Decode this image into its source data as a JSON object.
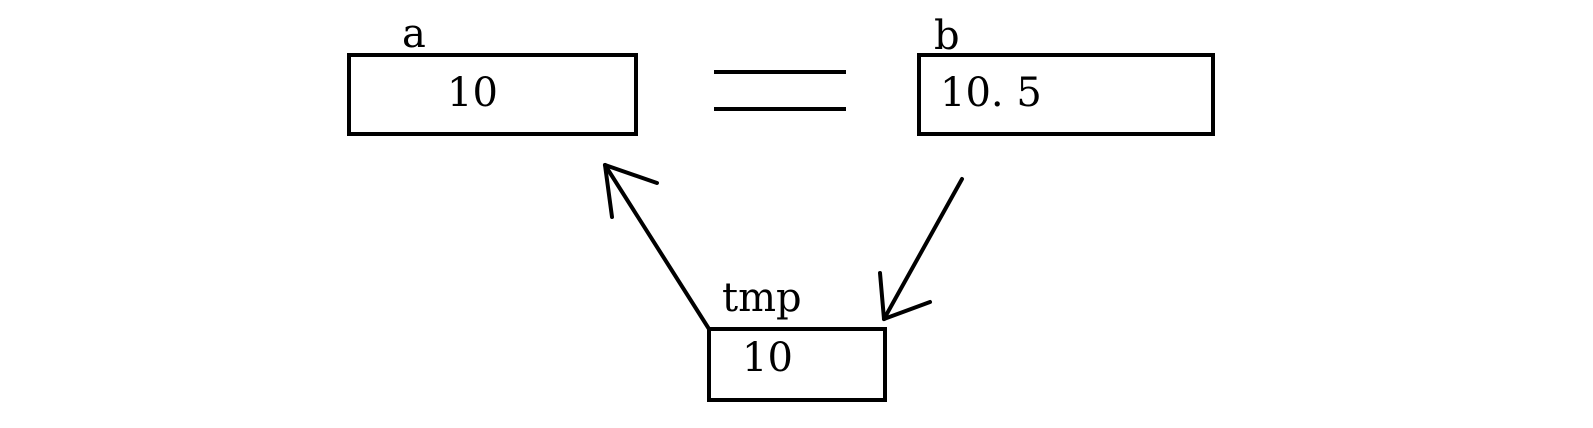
{
  "variables": {
    "a": {
      "label": "a",
      "value": "10"
    },
    "b": {
      "label": "b",
      "value": "10. 5"
    },
    "tmp": {
      "label": "tmp",
      "value": "10"
    }
  },
  "colors": {
    "stroke": "#000000",
    "background": "#ffffff"
  }
}
